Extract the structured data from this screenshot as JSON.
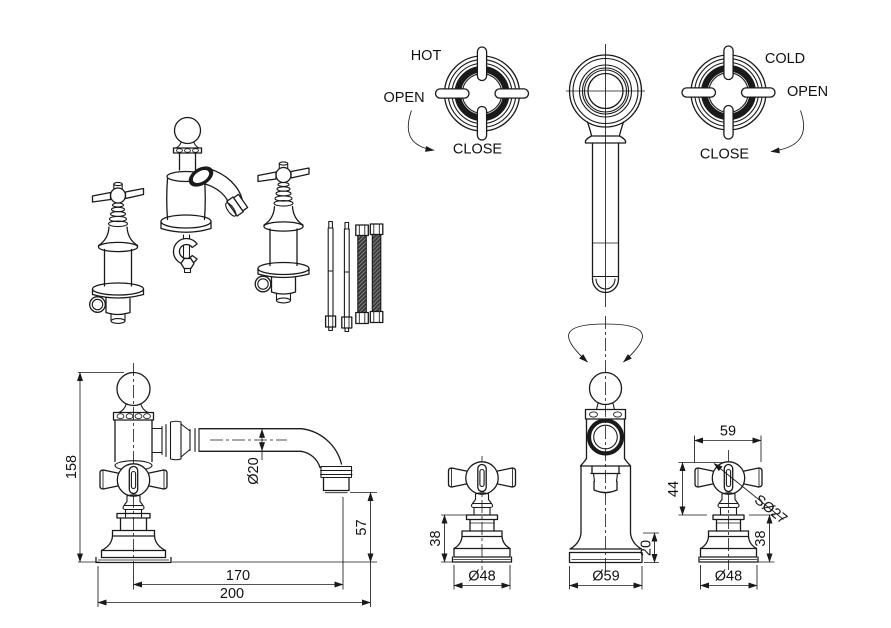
{
  "drawing": {
    "background": "#ffffff",
    "line_color": "#1a1a1a",
    "labels": {
      "hot": "HOT",
      "hot_open": "OPEN",
      "hot_close": "CLOSE",
      "cold": "COLD",
      "cold_open": "OPEN",
      "cold_close": "CLOSE"
    },
    "dims": {
      "side": {
        "height": "158",
        "spout_dia": "Ø20",
        "clearance": "57",
        "reach": "170",
        "overall": "200"
      },
      "handle_front": {
        "base_height": "38",
        "base_dia": "Ø48"
      },
      "spout_front": {
        "base_height": "20",
        "base_dia": "Ø59"
      },
      "handle_side": {
        "width": "59",
        "height": "44",
        "knob_dia": "SØ27",
        "base_height": "38",
        "base_dia": "Ø48"
      }
    }
  }
}
